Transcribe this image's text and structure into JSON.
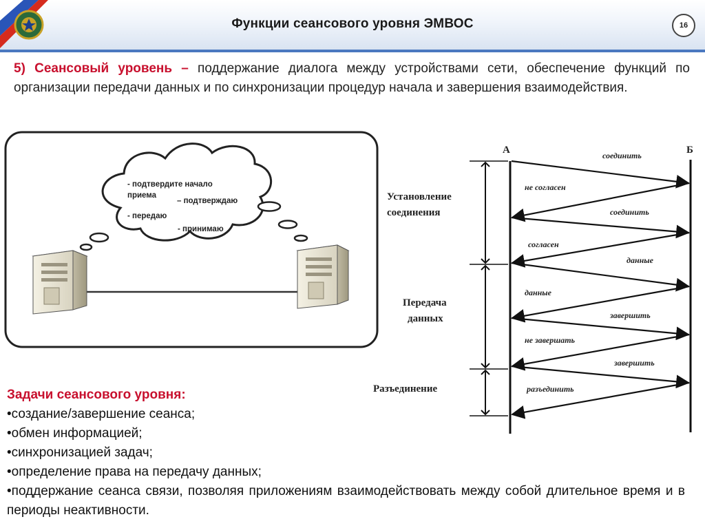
{
  "header": {
    "title": "Функции  сеансового уровня ЭМВОС",
    "page_number": "16"
  },
  "intro": {
    "highlight": "5) Сеансовый уровень –",
    "text": " поддержание диалога между устройствами сети, обеспечение функций по организации передачи данных и по синхронизации процедур начала и завершения взаимодействия."
  },
  "illustration": {
    "bubble_lines": [
      "- подтвердите начало",
      "приема",
      "– подтверждаю",
      "- передаю",
      "- принимаю"
    ]
  },
  "sequence": {
    "party_a": "А",
    "party_b": "Б",
    "phases": [
      {
        "line1": "Установление",
        "line2": "соединения"
      },
      {
        "line1": "Передача",
        "line2": "данных"
      },
      {
        "line1": "Разъединение",
        "line2": ""
      }
    ],
    "messages": [
      "соединить",
      "не согласен",
      "соединить",
      "согласен",
      "данные",
      "данные",
      "завершить",
      "не завершать",
      "завершить",
      "разъединить"
    ]
  },
  "tasks": {
    "heading": "Задачи сеансового уровня:",
    "items": [
      "•создание/завершение сеанса;",
      "•обмен информацией;",
      "•синхронизацией задач;",
      "•определение права на передачу данных;",
      "•поддержание сеанса связи, позволяя приложениям взаимодействовать между собой длительное время и в периоды неактивности."
    ]
  }
}
